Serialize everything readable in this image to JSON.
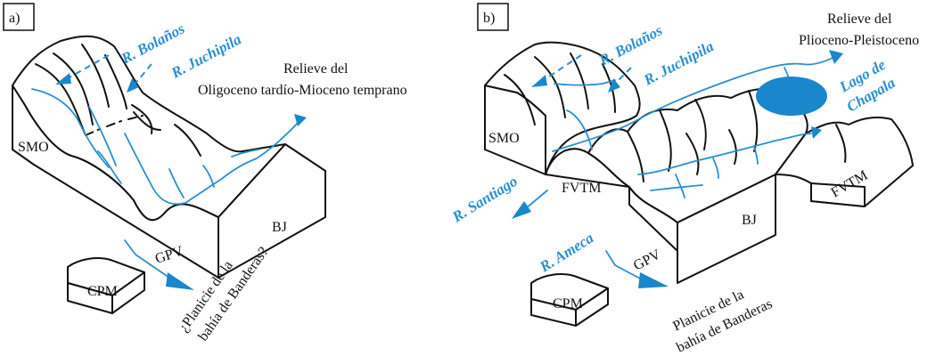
{
  "panel_a": {
    "tag": "a)",
    "relief_title_line1": "Relieve del",
    "relief_title_line2": "Oligoceno tardío-Mioceno temprano",
    "river_bolanos": "R. Bolaños",
    "river_juchipila": "R. Juchipila",
    "block_smo": "SMO",
    "block_bj": "BJ",
    "block_gpv": "GPV",
    "block_cpm": "CPM",
    "bay_line1": "¿Planicie de la",
    "bay_line2": "bahía de Banderas?"
  },
  "panel_b": {
    "tag": "b)",
    "relief_title_line1": "Relieve del",
    "relief_title_line2": "Plioceno-Pleistoceno",
    "river_bolanos": "R. Bolaños",
    "river_juchipila": "R. Juchipila",
    "lake_line1": "Lago de",
    "lake_line2": "Chapala",
    "river_santiago": "R. Santiago",
    "river_ameca": "R. Ameca",
    "block_smo": "SMO",
    "block_fvtm_left": "FVTM",
    "block_fvtm_right": "FVTM",
    "block_bj": "BJ",
    "block_gpv": "GPV",
    "block_cpm": "CPM",
    "bay_line1": "Planicie de la",
    "bay_line2": "bahía de Banderas"
  },
  "colors": {
    "river": "#2a8fd0",
    "lake": "#1a86cc",
    "outline": "#111111"
  }
}
